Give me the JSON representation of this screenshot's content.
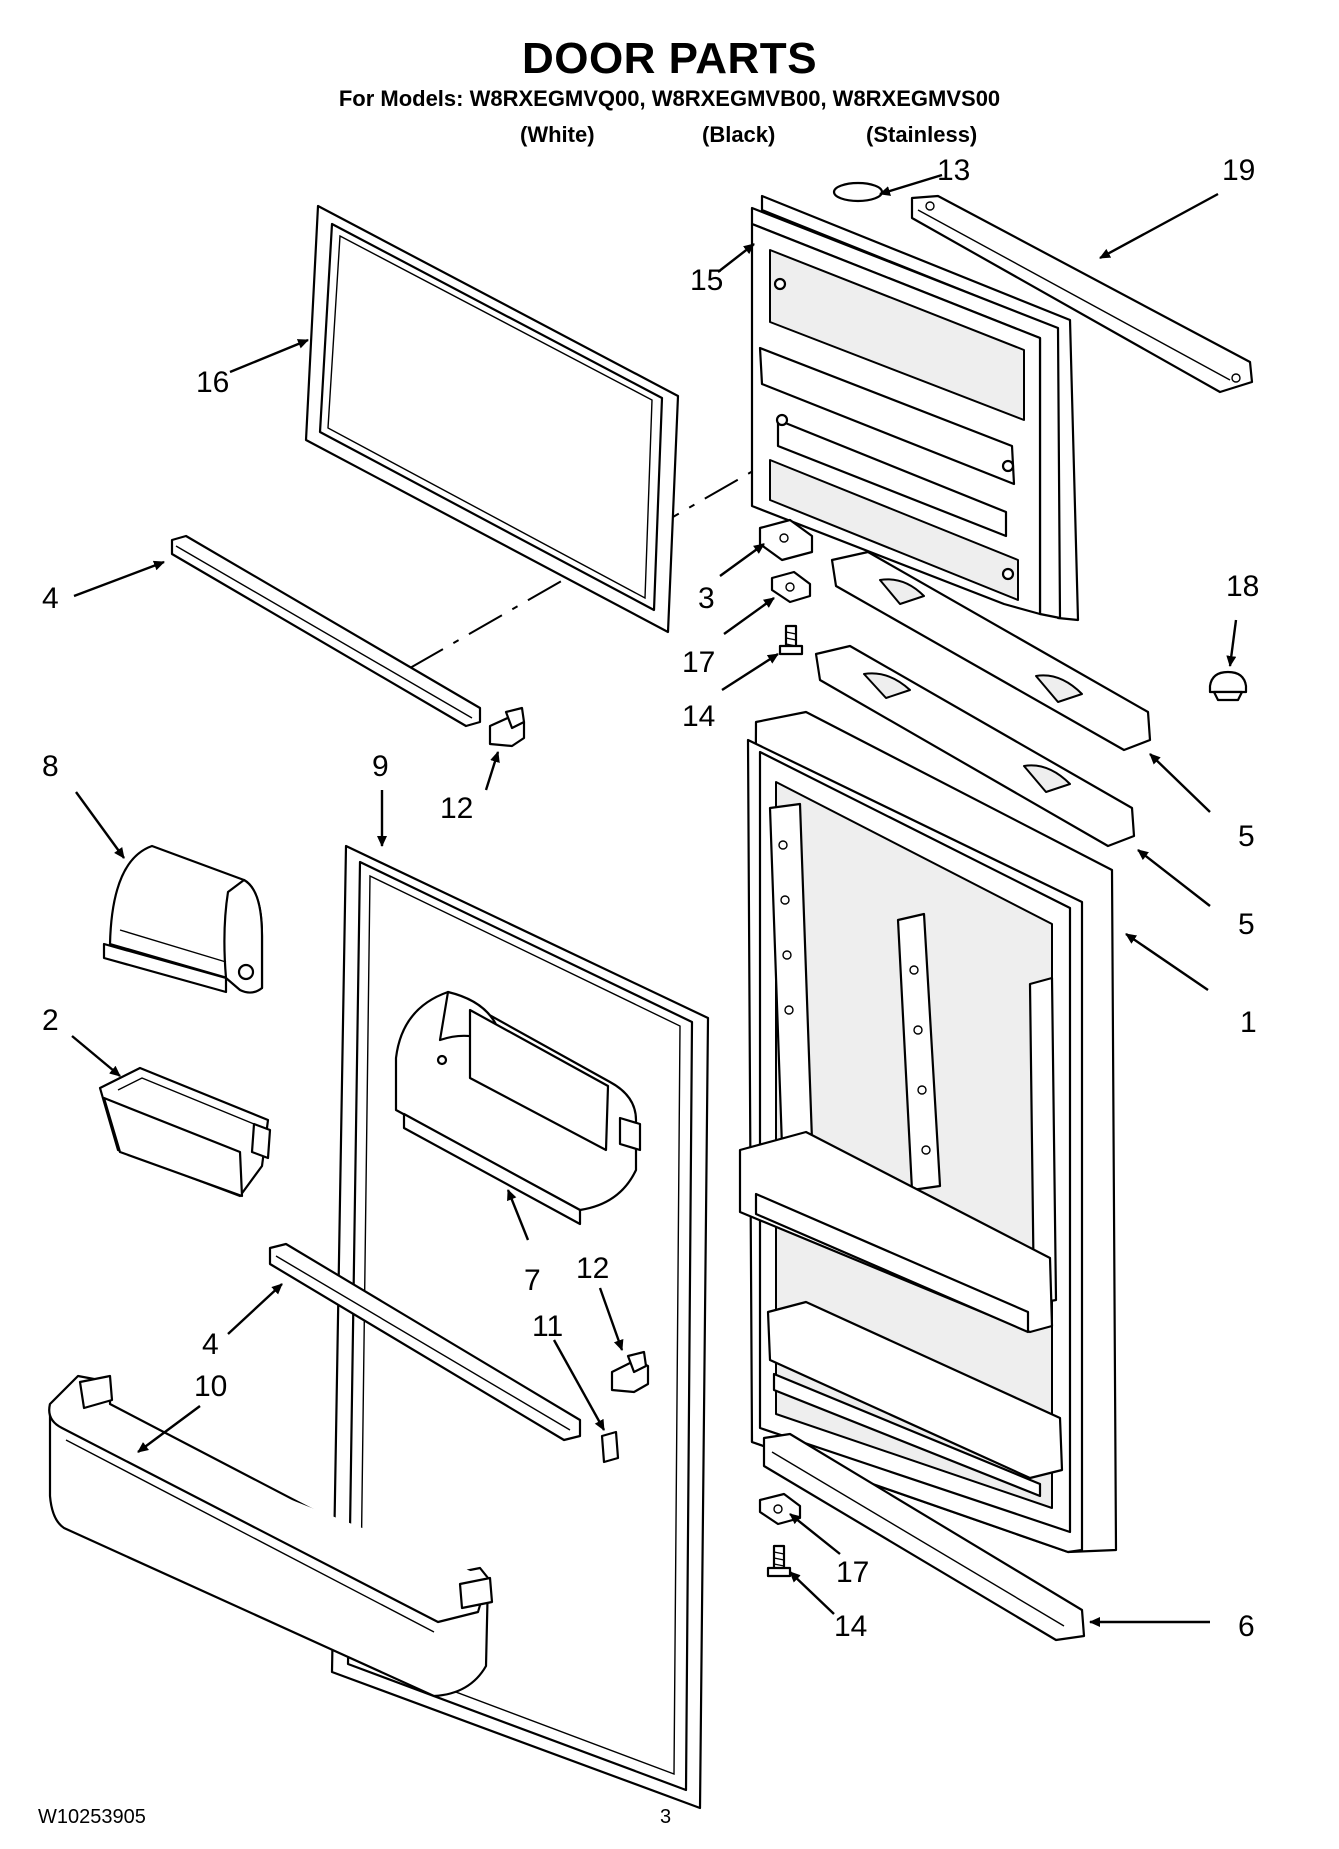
{
  "header": {
    "title": "DOOR PARTS",
    "subtitle": "For Models: W8RXEGMVQ00, W8RXEGMVB00, W8RXEGMVS00",
    "variants": [
      "(White)",
      "(Black)",
      "(Stainless)"
    ]
  },
  "footer": {
    "doc_code": "W10253905",
    "page_number": "3"
  },
  "callouts": {
    "c13": "13",
    "c19": "19",
    "c15": "15",
    "c16": "16",
    "c4a": "4",
    "c3": "3",
    "c17a": "17",
    "c14a": "14",
    "c18": "18",
    "c8": "8",
    "c9": "9",
    "c12a": "12",
    "c5a": "5",
    "c5b": "5",
    "c1": "1",
    "c2": "2",
    "c7": "7",
    "c12b": "12",
    "c11": "11",
    "c4b": "4",
    "c10": "10",
    "c17b": "17",
    "c14b": "14",
    "c6": "6"
  }
}
